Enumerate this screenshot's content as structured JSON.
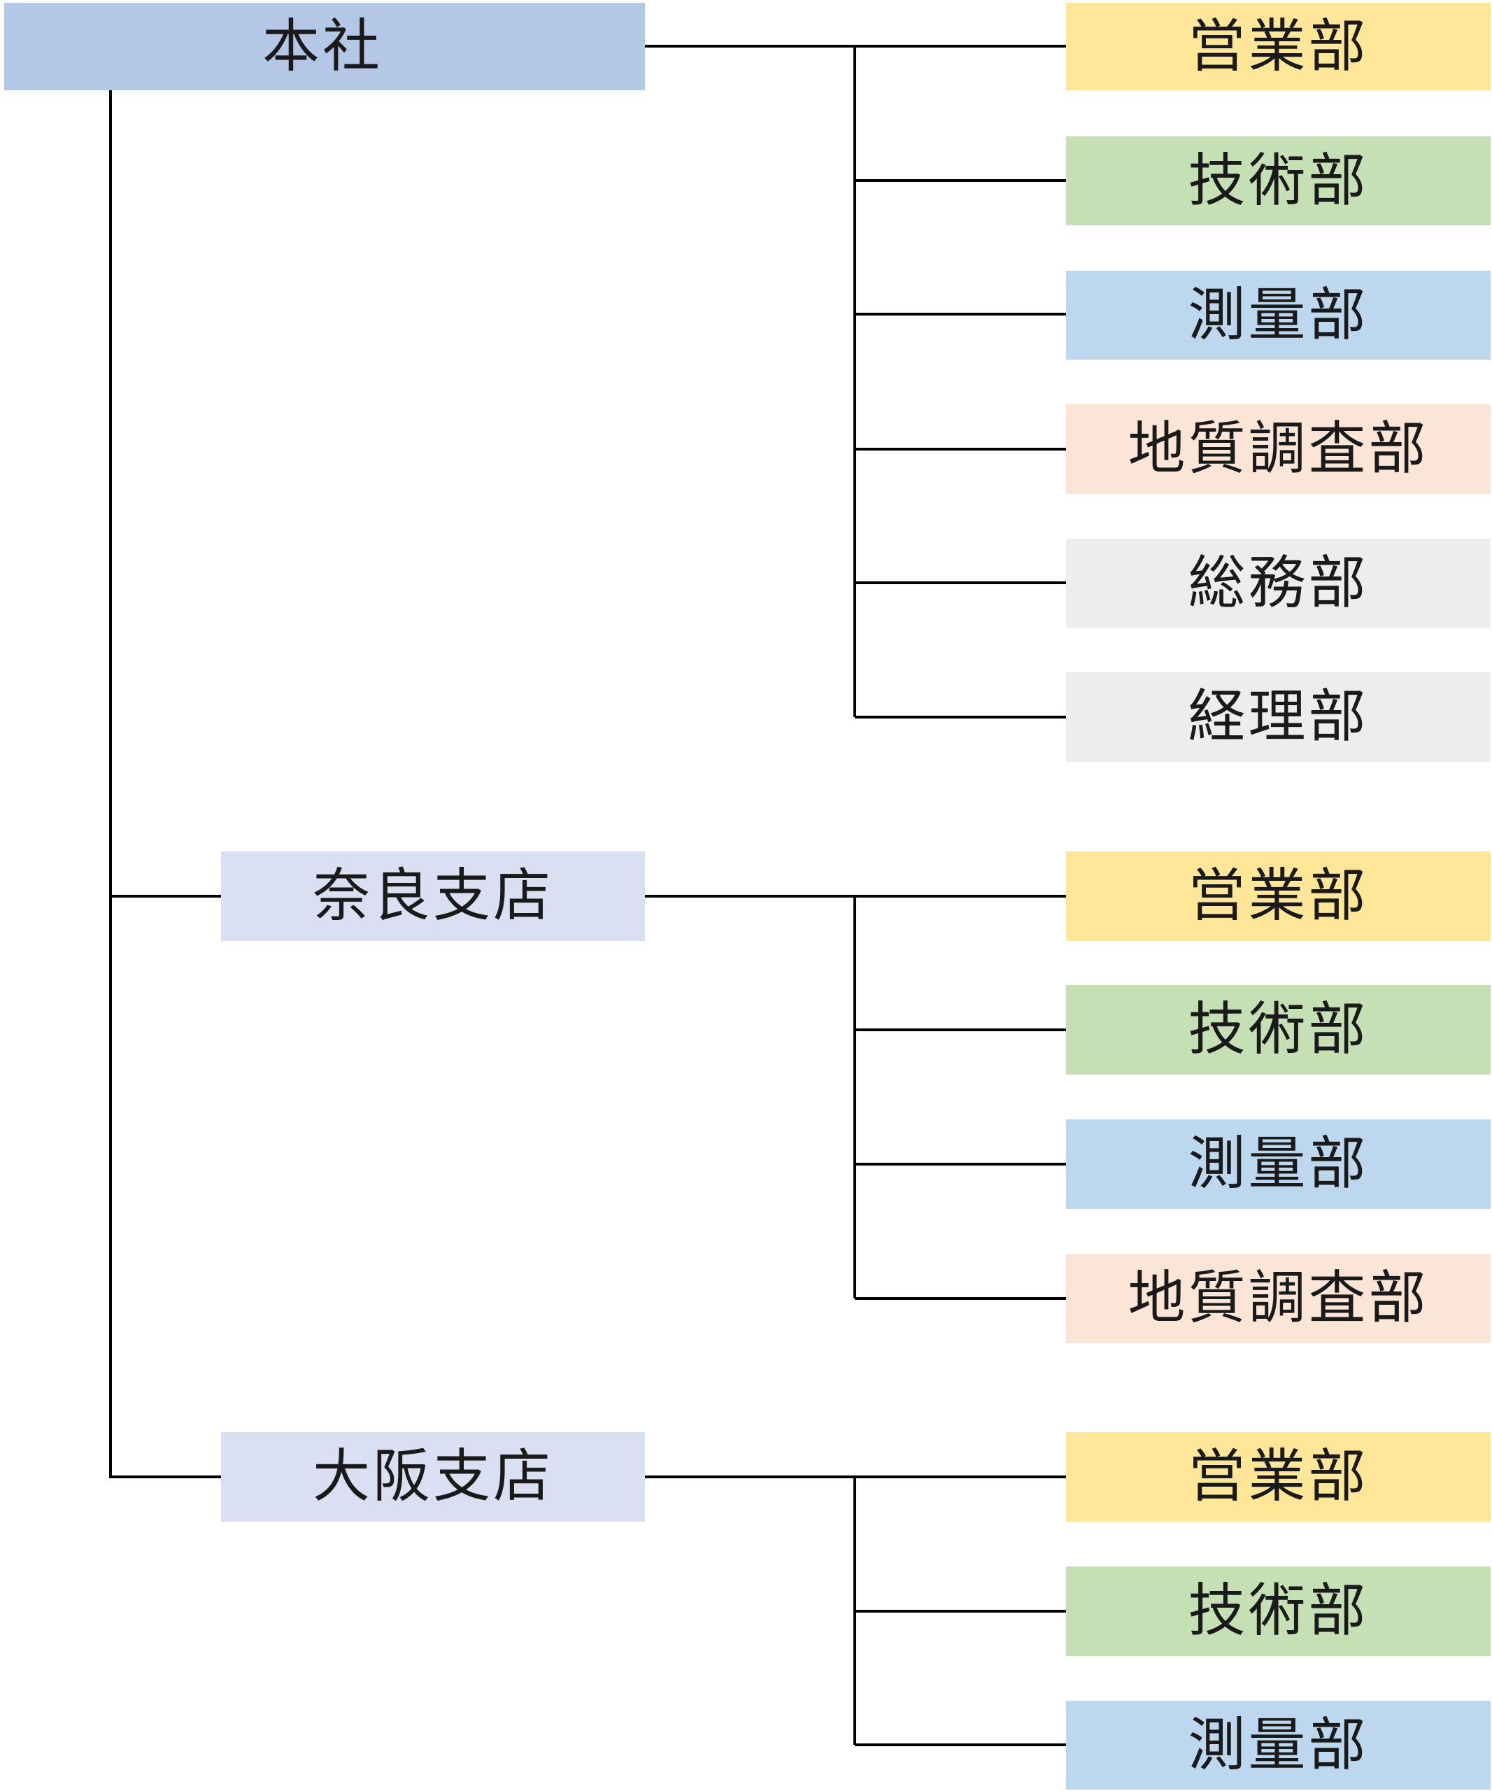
{
  "org_chart": {
    "headquarters": {
      "label": "本社",
      "departments": [
        {
          "label": "営業部",
          "color": "#ffe699"
        },
        {
          "label": "技術部",
          "color": "#c5e0b4"
        },
        {
          "label": "測量部",
          "color": "#bdd7ee"
        },
        {
          "label": "地質調査部",
          "color": "#fbe5d6"
        },
        {
          "label": "総務部",
          "color": "#ededed"
        },
        {
          "label": "経理部",
          "color": "#ededed"
        }
      ]
    },
    "nara_branch": {
      "label": "奈良支店",
      "departments": [
        {
          "label": "営業部",
          "color": "#ffe699"
        },
        {
          "label": "技術部",
          "color": "#c5e0b4"
        },
        {
          "label": "測量部",
          "color": "#bdd7ee"
        },
        {
          "label": "地質調査部",
          "color": "#fbe5d6"
        }
      ]
    },
    "osaka_branch": {
      "label": "大阪支店",
      "departments": [
        {
          "label": "営業部",
          "color": "#ffe699"
        },
        {
          "label": "技術部",
          "color": "#c5e0b4"
        },
        {
          "label": "測量部",
          "color": "#bdd7ee"
        }
      ]
    },
    "colors": {
      "headquarters": "#b4c7e7",
      "branch": "#dae0f2",
      "connector": "#000000"
    }
  }
}
